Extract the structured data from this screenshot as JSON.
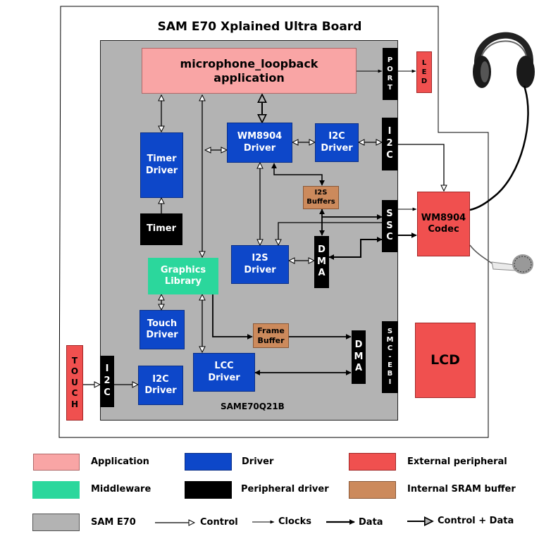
{
  "board_title": "SAM E70 Xplained Ultra Board",
  "chip_label": "SAME70Q21B",
  "blocks": {
    "app": "microphone_loopback\napplication",
    "port": "P\nO\nR\nT",
    "led": "L\nE\nD",
    "timer_driver": "Timer\nDriver",
    "timer": "Timer",
    "wm8904_driver": "WM8904\nDriver",
    "i2c_driver_top": "I2C\nDriver",
    "i2c_top": "I\n2\nC",
    "i2s_buffers": "I2S\nBuffers",
    "ssc": "S\nS\nC",
    "wm8904_codec": "WM8904\nCodec",
    "i2s_driver": "I2S\nDriver",
    "dma_top": "D\nM\nA",
    "graphics_library": "Graphics\nLibrary",
    "touch_driver": "Touch\nDriver",
    "frame_buffer": "Frame\nBuffer",
    "dma_bottom": "D\nM\nA",
    "smc_ebi": "S\nM\nC\n-\nE\nB\nI",
    "lcd": "LCD",
    "lcc_driver": "LCC\nDriver",
    "touch": "T\nO\nU\nC\nH",
    "i2c_bottom": "I\n2\nC",
    "i2c_driver_bottom": "I2C\nDriver"
  },
  "legend": {
    "application": "Application",
    "driver": "Driver",
    "external_peripheral": "External peripheral",
    "middleware": "Middleware",
    "peripheral_driver": "Peripheral driver",
    "internal_sram_buffer": "Internal SRAM buffer",
    "sam_e70": "SAM E70",
    "control": "Control",
    "clocks": "Clocks",
    "data": "Data",
    "control_data": "Control + Data"
  },
  "colors": {
    "application": "#f9a5a5",
    "driver": "#0d47c9",
    "external_peripheral": "#f0504f",
    "middleware": "#2bd79c",
    "peripheral_driver": "#000000",
    "internal_sram_buffer": "#cc8a5c",
    "sam_e70": "#b3b3b3"
  }
}
